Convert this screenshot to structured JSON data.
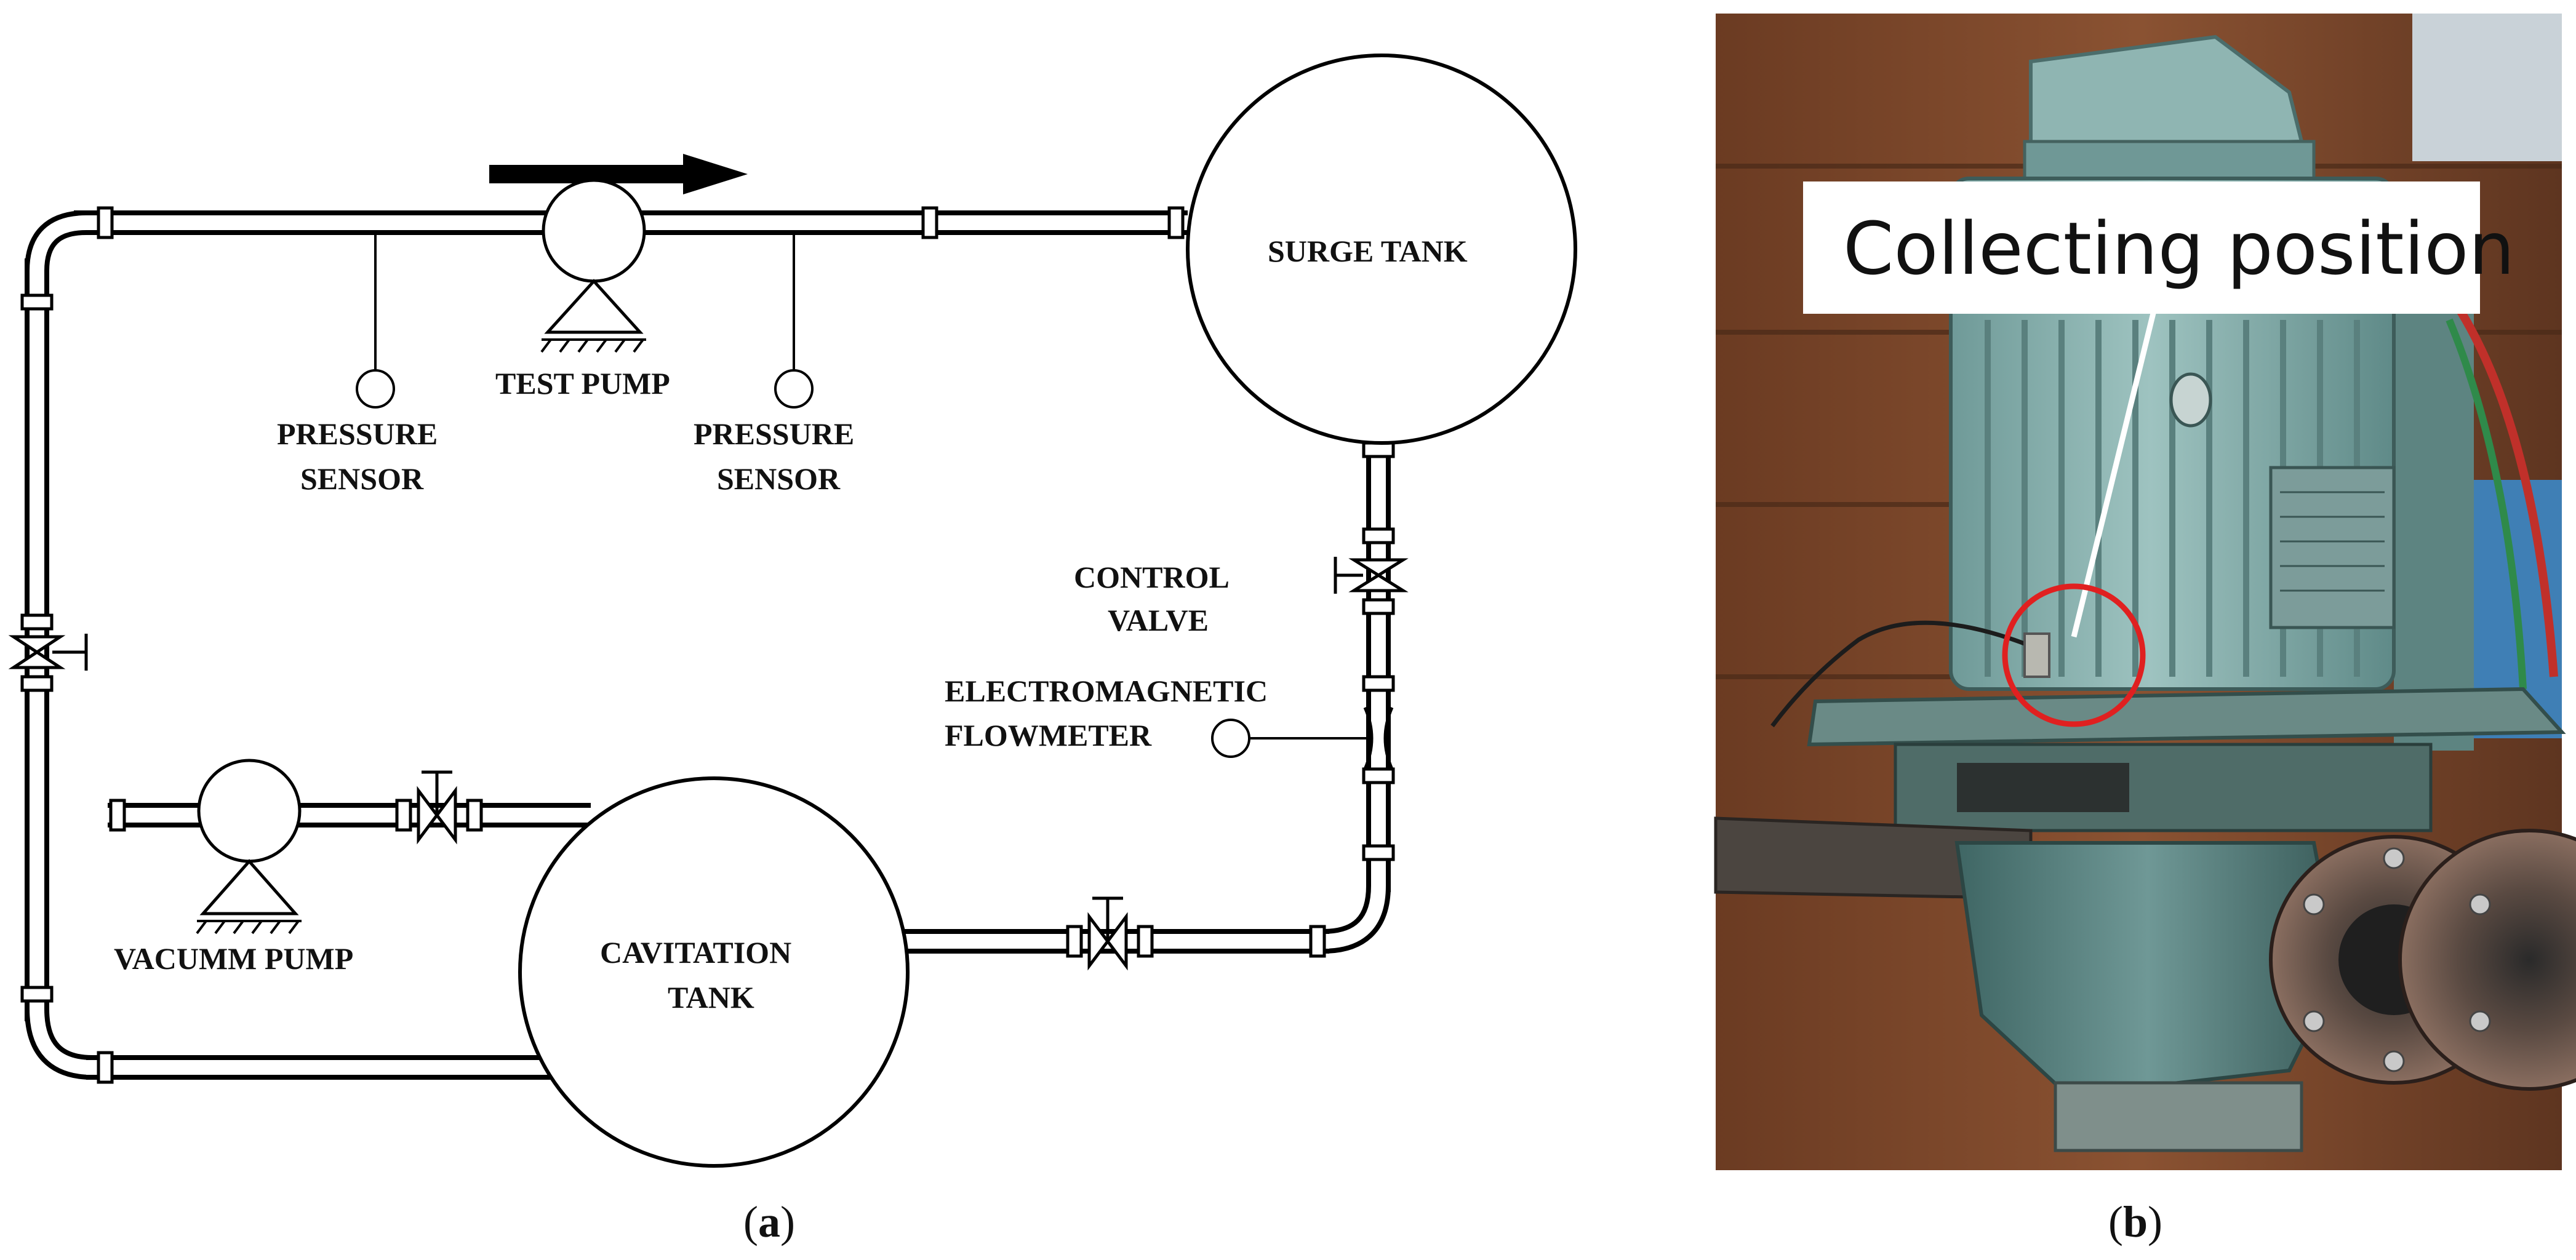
{
  "panel_a": {
    "labels": {
      "surge_tank": "SURGE TANK",
      "test_pump": "TEST PUMP",
      "pressure_sensor_left_1": "PRESSURE",
      "pressure_sensor_left_2": "SENSOR",
      "pressure_sensor_right_1": "PRESSURE",
      "pressure_sensor_right_2": "SENSOR",
      "control_valve_1": "CONTROL",
      "control_valve_2": "VALVE",
      "flowmeter_1": "ELECTROMAGNETIC",
      "flowmeter_2": "FLOWMETER",
      "vacuum_pump": "VACUMM PUMP",
      "cavitation_tank_1": "CAVITATION",
      "cavitation_tank_2": "TANK"
    },
    "caption_open": "(",
    "caption_letter": "a",
    "caption_close": ")"
  },
  "panel_b": {
    "callout": "Collecting position",
    "caption_open": "(",
    "caption_letter": "b",
    "caption_close": ")",
    "highlight_color": "#e02020"
  }
}
